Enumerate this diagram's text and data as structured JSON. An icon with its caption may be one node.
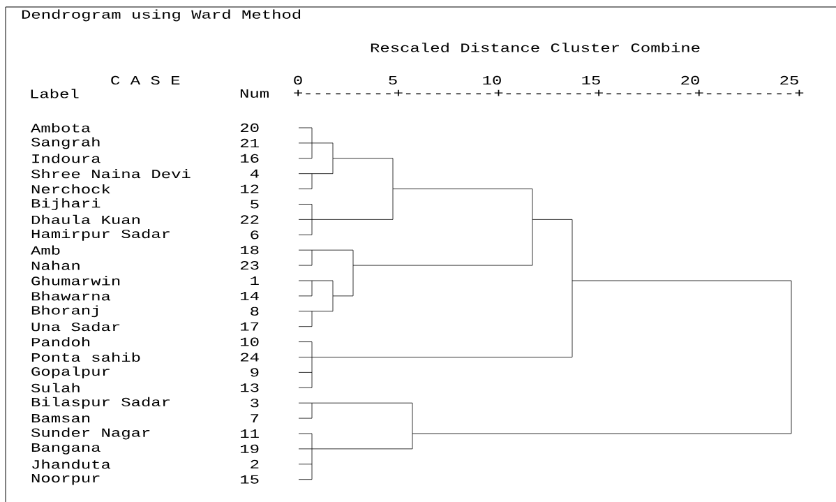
{
  "diagram": {
    "title": "Dendrogram using Ward Method",
    "labels": [
      "Rescaled Distance Cluster Combine",
      "C A S E",
      "0",
      "5",
      "10",
      "15",
      "20",
      "25",
      "Label",
      "Num",
      "+---------+---------+---------+---------+---------+",
      "Ambota",
      "20",
      "Sangrah",
      "21",
      "Indoura",
      "16",
      "Shree Naina Devi",
      "4",
      "Nerchock",
      "12",
      "Bijhari",
      "5",
      "Dhaula Kuan",
      "22",
      "Hamirpur Sadar",
      "6",
      "Amb",
      "18",
      "Nahan",
      "23",
      "Ghumarwin",
      "1",
      "Bhawarna",
      "14",
      "Bhoranj",
      "8",
      "Una Sadar",
      "17",
      "Pandoh",
      "10",
      "Ponta sahib",
      "24",
      "Gopalpur",
      "9",
      "Sulah",
      "13",
      "Bilaspur Sadar",
      "3",
      "Bamsan",
      "7",
      "Sunder Nagar",
      "11",
      "Bangana",
      "19",
      "Jhanduta",
      "2",
      "Noorpur",
      "15"
    ]
  }
}
